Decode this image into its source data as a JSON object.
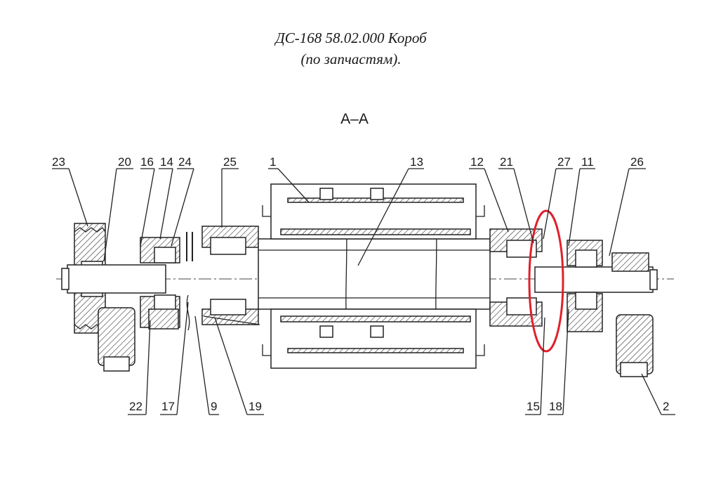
{
  "header": {
    "title_line1": "ДС-168 58.02.000 Короб",
    "title_line2": "(по запчастям).",
    "section_label": "А–А"
  },
  "callouts_top": [
    "23",
    "20",
    "16",
    "14",
    "24",
    "25",
    "1",
    "13",
    "12",
    "21",
    "27",
    "11",
    "26"
  ],
  "callouts_bottom": [
    "22",
    "17",
    "9",
    "19",
    "15",
    "18",
    "2"
  ],
  "highlight": {
    "color": "#e0202a",
    "target": "15"
  }
}
